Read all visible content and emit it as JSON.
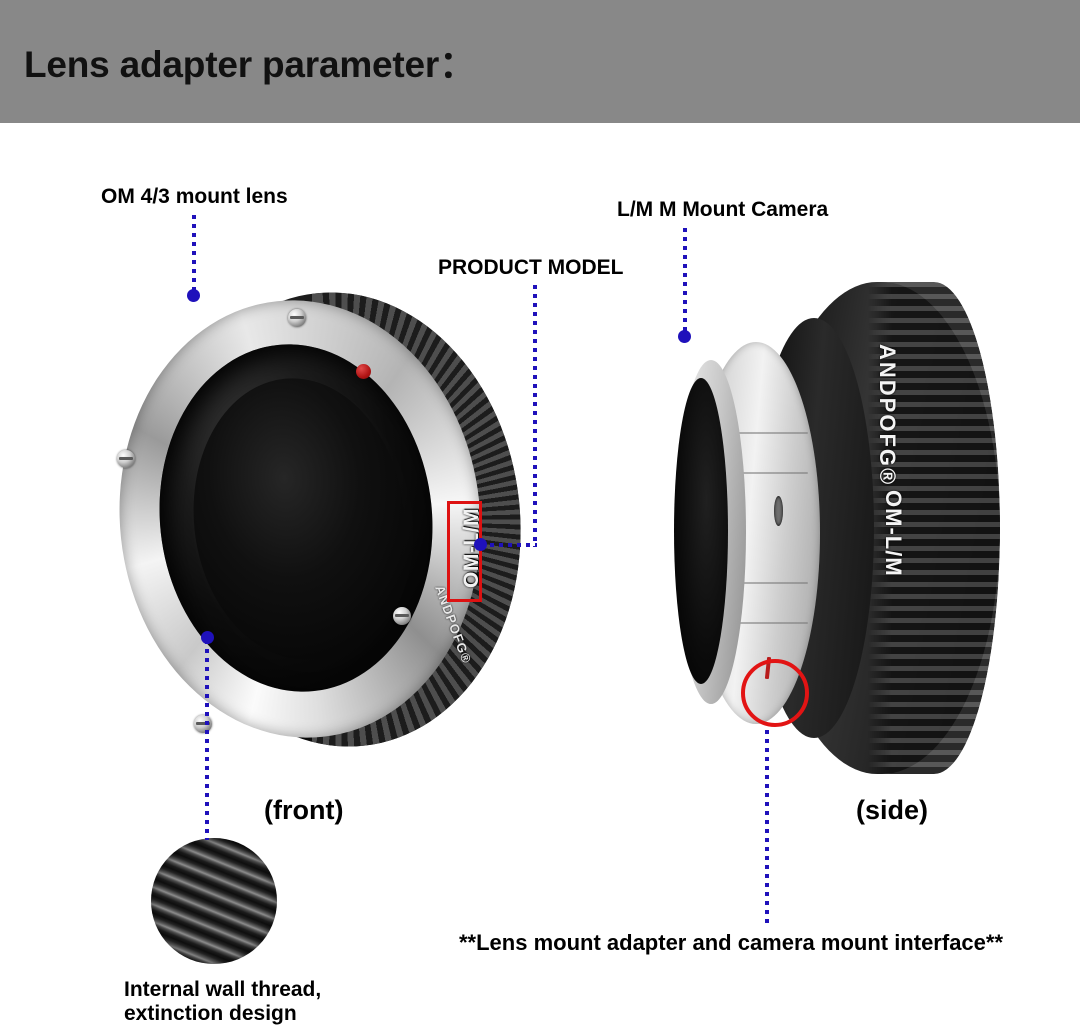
{
  "header": {
    "title": "Lens adapter parameter："
  },
  "annotations": {
    "lens_mount": "OM 4/3 mount lens",
    "product_model": "PRODUCT MODEL",
    "camera_mount": "L/M M Mount Camera",
    "front_caption": "(front)",
    "side_caption": "(side)",
    "interface_note": "**Lens mount adapter and camera mount interface**",
    "thread_note_line1": "Internal wall thread,",
    "thread_note_line2": "extinction design"
  },
  "product": {
    "model_code": "OM-L/M",
    "brand": "ANDPOFG",
    "brand_mark": "ANDPOFG®"
  },
  "colors": {
    "header_background": "#888888",
    "page_background": "#ffffff",
    "annotation_line": "#1f11bb",
    "highlight_red": "#dd1111",
    "text": "#000000"
  }
}
